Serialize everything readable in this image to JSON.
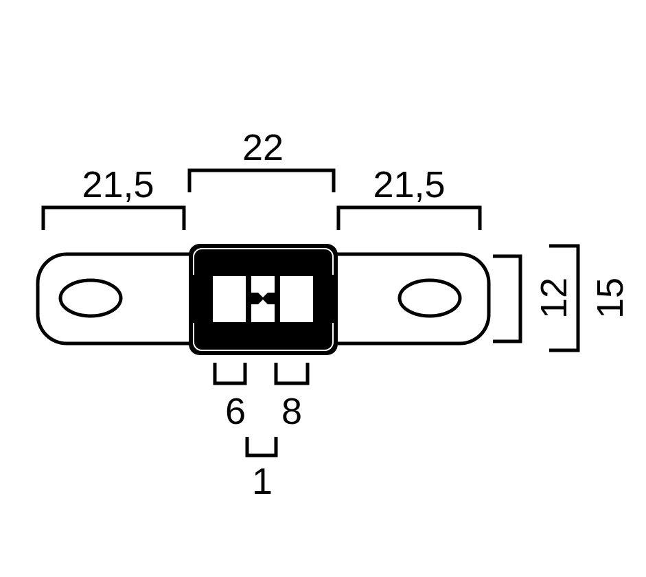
{
  "title": "Fuse dimension drawing",
  "dimensions": {
    "left_tab_length": "21,5",
    "body_width": "22",
    "right_tab_length": "21,5",
    "tab_height": "12",
    "body_height": "15",
    "window_left": "6",
    "window_right": "8",
    "gap": "1"
  },
  "colors": {
    "line": "#000000",
    "background": "#ffffff"
  }
}
